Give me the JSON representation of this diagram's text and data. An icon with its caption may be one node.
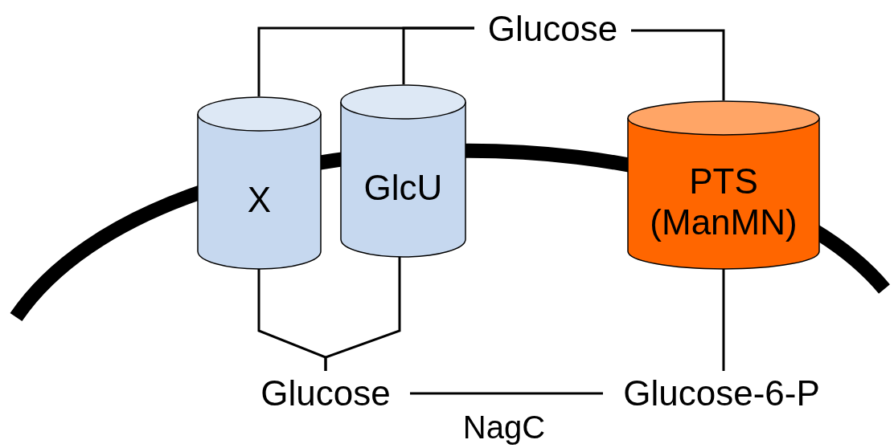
{
  "diagram": {
    "nodes": [
      {
        "text": [
          "Glucose"
        ]
      },
      {
        "text": [
          "X"
        ]
      },
      {
        "text": [
          "GlcU"
        ]
      },
      {
        "text": [
          "PTS (ManMN)"
        ]
      },
      {
        "text": [
          "Glucose"
        ]
      },
      {
        "text": [
          "Glucose-6-P"
        ]
      }
    ],
    "edges": [
      {
        "from": 0,
        "to": 1,
        "arrow": "none"
      },
      {
        "from": 0,
        "to": 2,
        "arrow": "none"
      },
      {
        "from": 0,
        "to": 3,
        "arrow": "none"
      },
      {
        "from": 1,
        "to": 4,
        "arrow": "none"
      },
      {
        "from": 2,
        "to": 4,
        "arrow": "none"
      },
      {
        "from": 3,
        "to": 5,
        "arrow": "none"
      },
      {
        "from": 4,
        "to": 5,
        "arrow": "none",
        "label": "NagC"
      }
    ]
  }
}
